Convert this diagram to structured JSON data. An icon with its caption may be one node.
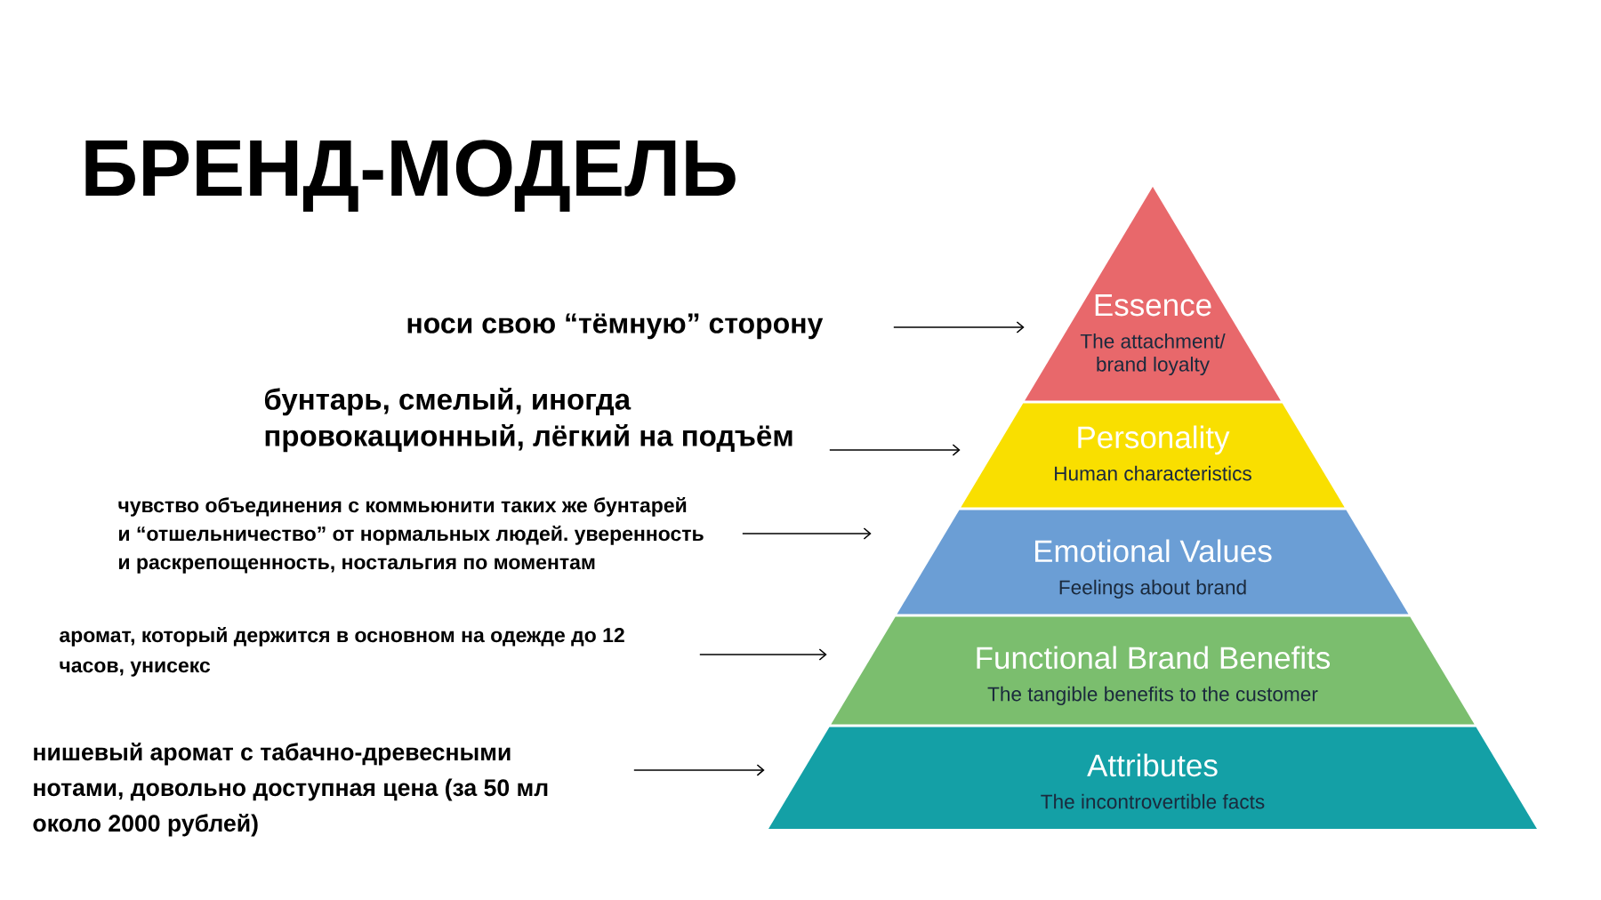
{
  "diagram": {
    "title": "БРЕНД-МОДЕЛЬ",
    "nodes": [
      {
        "text": [
          "носи свою “тёмную” сторону"
        ]
      },
      {
        "text": [
          "Essence",
          "The attachment/ brand loyalty"
        ]
      },
      {
        "text": [
          "бунтарь, смелый, иногда провокационный, лёгкий на подъём"
        ]
      },
      {
        "text": [
          "Personality",
          "Human characteristics"
        ]
      },
      {
        "text": [
          "чувство объединения с коммьюнити таких же бунтарей и “отшельничество” от нормальных людей. уверенность и раскрепощенность, ностальгия по моментам"
        ]
      },
      {
        "text": [
          "Emotional Values",
          "Feelings about brand"
        ]
      },
      {
        "text": [
          "аромат, который держится в основном на одежде до 12 часов, унисекс"
        ]
      },
      {
        "text": [
          "Functional Brand Benefits",
          "The tangible benefits to the customer"
        ]
      },
      {
        "text": [
          "нишевый аромат с табачно-древесными нотами, довольно доступная цена (за 50 мл около 2000 рублей)"
        ]
      },
      {
        "text": [
          "Attributes",
          "The incontrovertible facts"
        ]
      }
    ],
    "edges": [
      {
        "from": 0,
        "to": 1,
        "arrow": "to"
      },
      {
        "from": 2,
        "to": 3,
        "arrow": "to"
      },
      {
        "from": 4,
        "to": 5,
        "arrow": "to"
      },
      {
        "from": 6,
        "to": 7,
        "arrow": "to"
      },
      {
        "from": 8,
        "to": 9,
        "arrow": "to"
      }
    ]
  }
}
